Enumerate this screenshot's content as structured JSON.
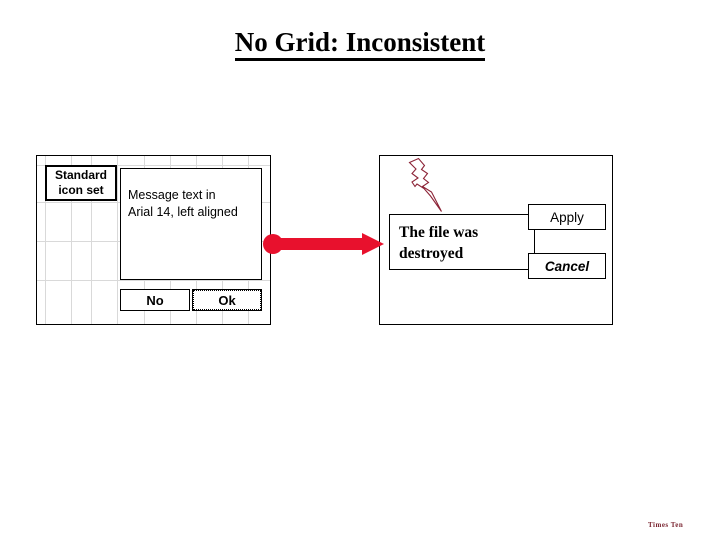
{
  "slide": {
    "title": "No Grid: Inconsistent",
    "footer_note": "Times Ten"
  },
  "colors": {
    "arrow_red": "#E8112D",
    "arrow_red_dark": "#C8102E",
    "bolt_maroon": "#8C2437",
    "grid_gray": "#D9D9D9",
    "ink": "#000000",
    "footer": "#7A2430"
  },
  "left_dialog": {
    "name": "grid-aligned-dialog",
    "icon_set": {
      "line1": "Standard",
      "line2": "icon set"
    },
    "message": {
      "line1": "Message text in",
      "line2": "Arial 14, left aligned"
    },
    "buttons": [
      {
        "label": "No",
        "focused": false
      },
      {
        "label": "Ok",
        "focused": true
      }
    ],
    "grid": {
      "visible": true,
      "vertical_x": [
        8,
        34,
        54,
        80,
        107,
        133,
        159,
        185,
        211
      ],
      "horizontal_y": [
        9,
        46,
        85,
        124
      ]
    }
  },
  "right_dialog": {
    "name": "inconsistent-dialog",
    "icon": "lightning-bolt-icon",
    "message": {
      "line1": "The file was",
      "line2": "destroyed"
    },
    "buttons": [
      {
        "label": "Apply",
        "style": "regular"
      },
      {
        "label": "Cancel",
        "style": "bold-italic"
      }
    ]
  },
  "connector": {
    "name": "comparison-arrow",
    "direction": "left-to-right",
    "start_marker": "dot",
    "end_marker": "arrowhead"
  }
}
